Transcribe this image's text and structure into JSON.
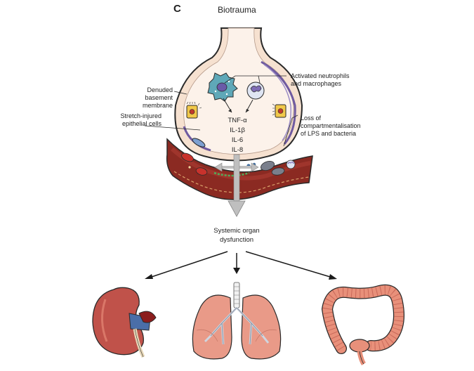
{
  "panel_letter": "C",
  "title": "Biotrauma",
  "labels": {
    "denuded": [
      "Denuded",
      "basement",
      "membrane"
    ],
    "stretch": [
      "Stretch-injured",
      "epithelial cells"
    ],
    "neutrophils": [
      "Activated neutrophils",
      "and macrophages"
    ],
    "loss": [
      "Loss of",
      "compartmentalisation",
      "of LPS and bacteria"
    ],
    "systemic": [
      "Systemic organ",
      "dysfunction"
    ]
  },
  "cytokines": [
    "TNF-α",
    "IL-1β",
    "IL-6",
    "IL-8"
  ],
  "colors": {
    "tissue": "#f6e1d0",
    "wall_outline": "#2a2a2a",
    "vessel": "#8b2a22",
    "vessel_light": "#a83a30",
    "rbc": "#c8322c",
    "organ_pink": "#e99a88",
    "organ_red": "#c0524a",
    "macrophage": "#5fa8b8",
    "neutrophil": "#b9c6e0",
    "epithelium_purple": "#6f5aa0",
    "arrow_grey": "#bfbfbf"
  }
}
